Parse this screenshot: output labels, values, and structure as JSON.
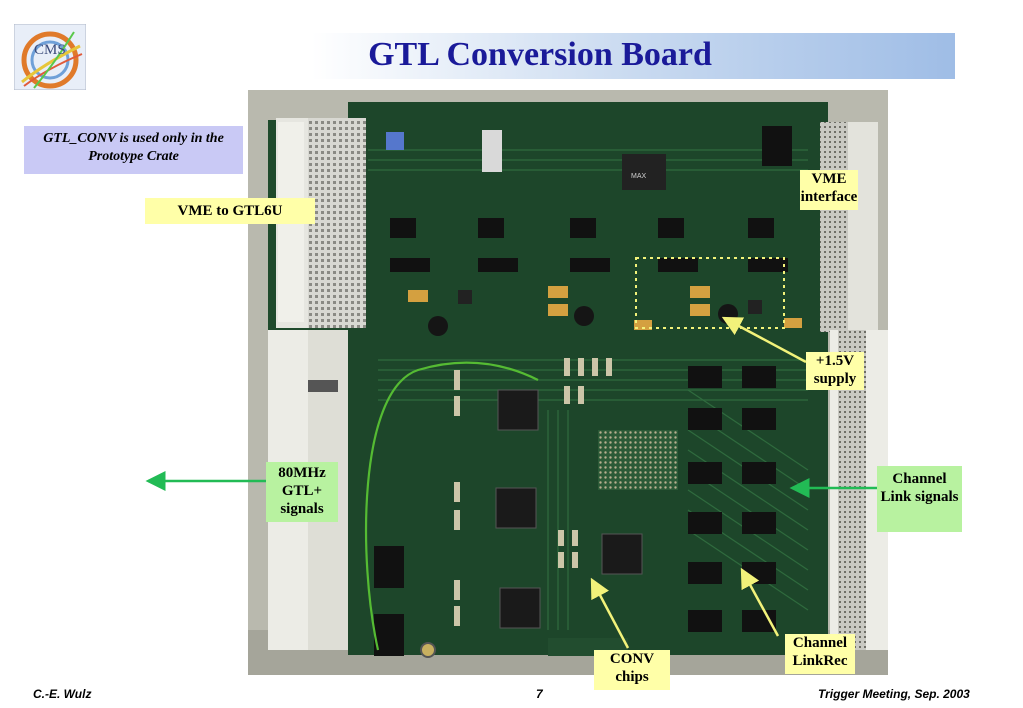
{
  "header": {
    "title": "GTL Conversion Board",
    "logo_text": "CMS"
  },
  "labels": {
    "note": "GTL_CONV is used only in the Prototype Crate",
    "vme_to_gtl6u": "VME to GTL6U",
    "vme_interface": "VME interface",
    "supply": "+1.5V supply",
    "gtl_signals": "80MHz GTL+ signals",
    "channel_link_signals": "Channel Link signals",
    "channel_linkrec": "Channel LinkRec",
    "conv_chips": "CONV chips"
  },
  "chip_text": {
    "vme_chip": "MAX"
  },
  "footer": {
    "author": "C.-E. Wulz",
    "page": "7",
    "event": "Trigger Meeting, Sep. 2003"
  },
  "colors": {
    "title": "#1a1a99",
    "yellow_label": "#ffffa8",
    "green_label": "#b8f2a0",
    "blue_label": "#c9c9f5",
    "pcb": "#1f4a2c",
    "arrow_green": "#22bb55",
    "arrow_yellow": "#f2f27a"
  }
}
